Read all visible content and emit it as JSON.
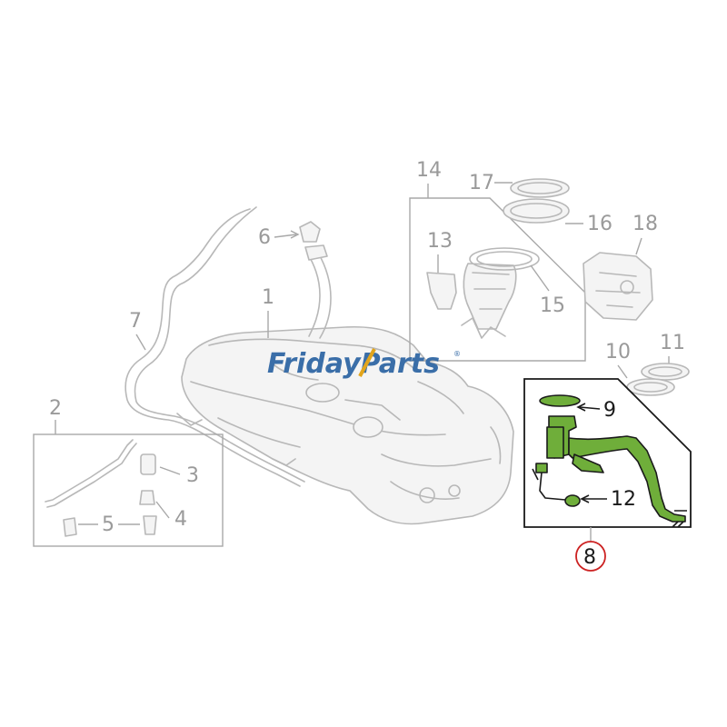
{
  "watermark": {
    "word1": "Friday",
    "word2": "Parts",
    "mark": "®",
    "color1": "#3a6ea8",
    "color2": "#e2a51c"
  },
  "callouts": {
    "c1": "1",
    "c2": "2",
    "c3": "3",
    "c4": "4",
    "c5": "5",
    "c6": "6",
    "c7": "7",
    "c8": "8",
    "c9": "9",
    "c10": "10",
    "c11": "11",
    "c12": "12",
    "c13": "13",
    "c14": "14",
    "c15": "15",
    "c16": "16",
    "c17": "17",
    "c18": "18"
  },
  "highlight": {
    "part_fill": "#6fae3a",
    "ring_color": "#cc2222"
  }
}
